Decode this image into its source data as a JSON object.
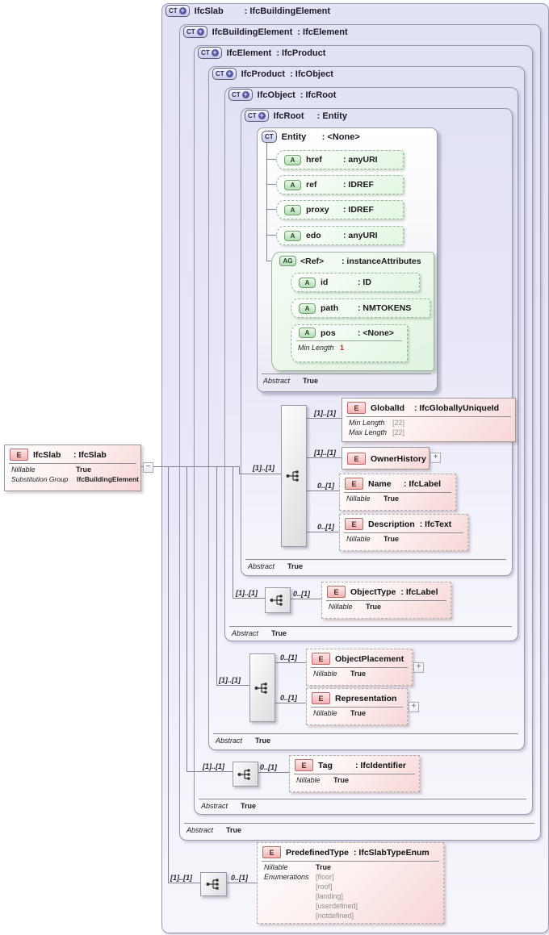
{
  "badges": {
    "ct": "CT",
    "a": "A",
    "ag": "AG",
    "e": "E",
    "plus": "+",
    "minus": "−"
  },
  "footer": {
    "label": "Abstract",
    "value": "True"
  },
  "left_element": {
    "name": "IfcSlab",
    "type": ": IfcSlab",
    "details": [
      {
        "label": "Nillable",
        "value": "True"
      },
      {
        "label": "Substitution Group",
        "value": "IfcBuildingElement"
      }
    ]
  },
  "headers": {
    "ifcslab": {
      "name": "IfcSlab",
      "type": ": IfcBuildingElement"
    },
    "ifcbuildingelement": {
      "name": "IfcBuildingElement",
      "type": ": IfcElement"
    },
    "ifcelement": {
      "name": "IfcElement",
      "type": ": IfcProduct"
    },
    "ifcproduct": {
      "name": "IfcProduct",
      "type": ": IfcObject"
    },
    "ifcobject": {
      "name": "IfcObject",
      "type": ": IfcRoot"
    },
    "ifcroot": {
      "name": "IfcRoot",
      "type": ": Entity"
    },
    "entity": {
      "name": "Entity",
      "type": ": <None>"
    }
  },
  "entity": {
    "attributes": [
      {
        "name": "href",
        "type": ": anyURI"
      },
      {
        "name": "ref",
        "type": ": IDREF"
      },
      {
        "name": "proxy",
        "type": ": IDREF"
      },
      {
        "name": "edo",
        "type": ": anyURI"
      }
    ],
    "group": {
      "name": "<Ref>",
      "type": ": instanceAttributes",
      "attributes": [
        {
          "name": "id",
          "type": ": ID"
        },
        {
          "name": "path",
          "type": ": NMTOKENS"
        },
        {
          "name": "pos",
          "type": ": <None>",
          "detail": {
            "label": "Min Length",
            "value": "1"
          }
        }
      ]
    }
  },
  "sequences": {
    "ifcroot": {
      "cardinality": "[1]..[1]"
    },
    "ifcobject": {
      "cardinality": "[1]..[1]"
    },
    "ifcproduct": {
      "cardinality": "[1]..[1]"
    },
    "ifcelement": {
      "cardinality": "[1]..[1]"
    },
    "ifcslab": {
      "cardinality": "[1]..[1]"
    }
  },
  "elements": {
    "globalid": {
      "name": "GlobalId",
      "type": ": IfcGloballyUniqueId",
      "cardinality": "[1]..[1]",
      "details": [
        {
          "label": "Min Length",
          "value": "[22]"
        },
        {
          "label": "Max Length",
          "value": "[22]"
        }
      ]
    },
    "ownerhistory": {
      "name": "OwnerHistory",
      "cardinality": "[1]..[1]"
    },
    "name": {
      "name": "Name",
      "type": ": IfcLabel",
      "cardinality": "0..[1]",
      "details": [
        {
          "label": "Nillable",
          "value": "True"
        }
      ]
    },
    "description": {
      "name": "Description",
      "type": ": IfcText",
      "cardinality": "0..[1]",
      "details": [
        {
          "label": "Nillable",
          "value": "True"
        }
      ]
    },
    "objecttype": {
      "name": "ObjectType",
      "type": ": IfcLabel",
      "cardinality": "0..[1]",
      "details": [
        {
          "label": "Nillable",
          "value": "True"
        }
      ]
    },
    "objectplacement": {
      "name": "ObjectPlacement",
      "cardinality": "0..[1]",
      "details": [
        {
          "label": "Nillable",
          "value": "True"
        }
      ]
    },
    "representation": {
      "name": "Representation",
      "cardinality": "0..[1]",
      "details": [
        {
          "label": "Nillable",
          "value": "True"
        }
      ]
    },
    "tag": {
      "name": "Tag",
      "type": ": IfcIdentifier",
      "cardinality": "0..[1]",
      "details": [
        {
          "label": "Nillable",
          "value": "True"
        }
      ]
    },
    "predefinedtype": {
      "name": "PredefinedType",
      "type": ": IfcSlabTypeEnum",
      "cardinality": "0..[1]",
      "nillable_label": "Nillable",
      "nillable_value": "True",
      "enumerations_label": "Enumerations",
      "enumerations": [
        "[floor]",
        "[roof]",
        "[landing]",
        "[userdefined]",
        "[notdefined]"
      ]
    }
  },
  "colors": {
    "box_lavender": "#e6e6f8",
    "box_border": "#9898b0",
    "element_pink": "#f8d6d6",
    "element_badge_red": "#bb6868",
    "attribute_green": "#e3f6e3",
    "attribute_badge_green": "#6f9e6f",
    "connector_line": "#83838f",
    "enum_gray": "#8f8f8f",
    "minlength_red": "#c62222"
  }
}
